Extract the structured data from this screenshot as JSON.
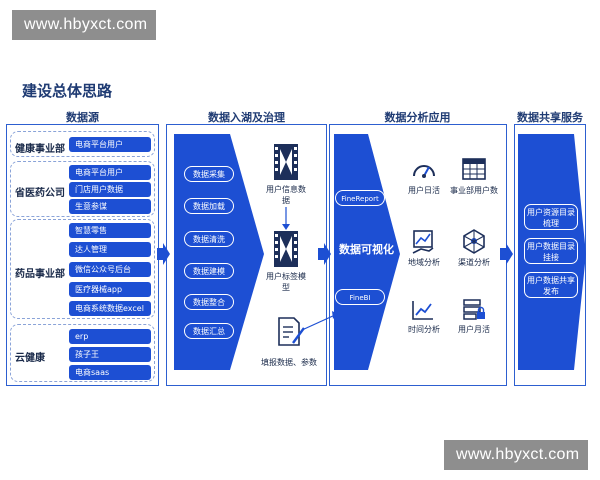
{
  "watermark": "www.hbyxct.com",
  "title": "建设总体思路",
  "columns": {
    "source": "数据源",
    "ingest": "数据入湖及治理",
    "analysis": "数据分析应用",
    "share": "数据共享服务"
  },
  "sources": [
    {
      "label": "健康事业部",
      "items": [
        "电商平台用户"
      ]
    },
    {
      "label": "省医药公司",
      "items": [
        "电商平台用户",
        "门店用户数据",
        "生意参谋"
      ]
    },
    {
      "label": "药品事业部",
      "items": [
        "智慧零售",
        "达人管理",
        "微信公众号后台",
        "医疗器械app",
        "电商系统数据excel"
      ]
    },
    {
      "label": "云健康",
      "items": [
        "erp",
        "孩子王",
        "电商saas"
      ]
    }
  ],
  "ingest": {
    "steps": [
      "数据采集",
      "数据加载",
      "数据清洗",
      "数据建模",
      "数据整合",
      "数据汇总"
    ],
    "user_info": "用户信息数据",
    "user_tag": "用户标签模型",
    "fill_in": "填报数据、参数"
  },
  "analysis": {
    "tools": [
      "FineReport",
      "FineBI"
    ],
    "center": "数据可视化",
    "items": [
      "用户日活",
      "事业部用户数",
      "地域分析",
      "渠道分析",
      "时间分析",
      "用户月活"
    ]
  },
  "share": {
    "items": [
      "用户资源目录梳理",
      "用户数据目录挂接",
      "用户数据共享发布"
    ]
  },
  "colors": {
    "primary": "#1d4fd3",
    "panel_border": "#2d5fd0",
    "text_dark": "#1a2a4a"
  },
  "icons": [
    "film-strip-icon",
    "document-pen-icon",
    "gauge-icon",
    "table-grid-icon",
    "chart-hand-icon",
    "network-cube-icon",
    "line-chart-icon",
    "server-lock-icon"
  ]
}
